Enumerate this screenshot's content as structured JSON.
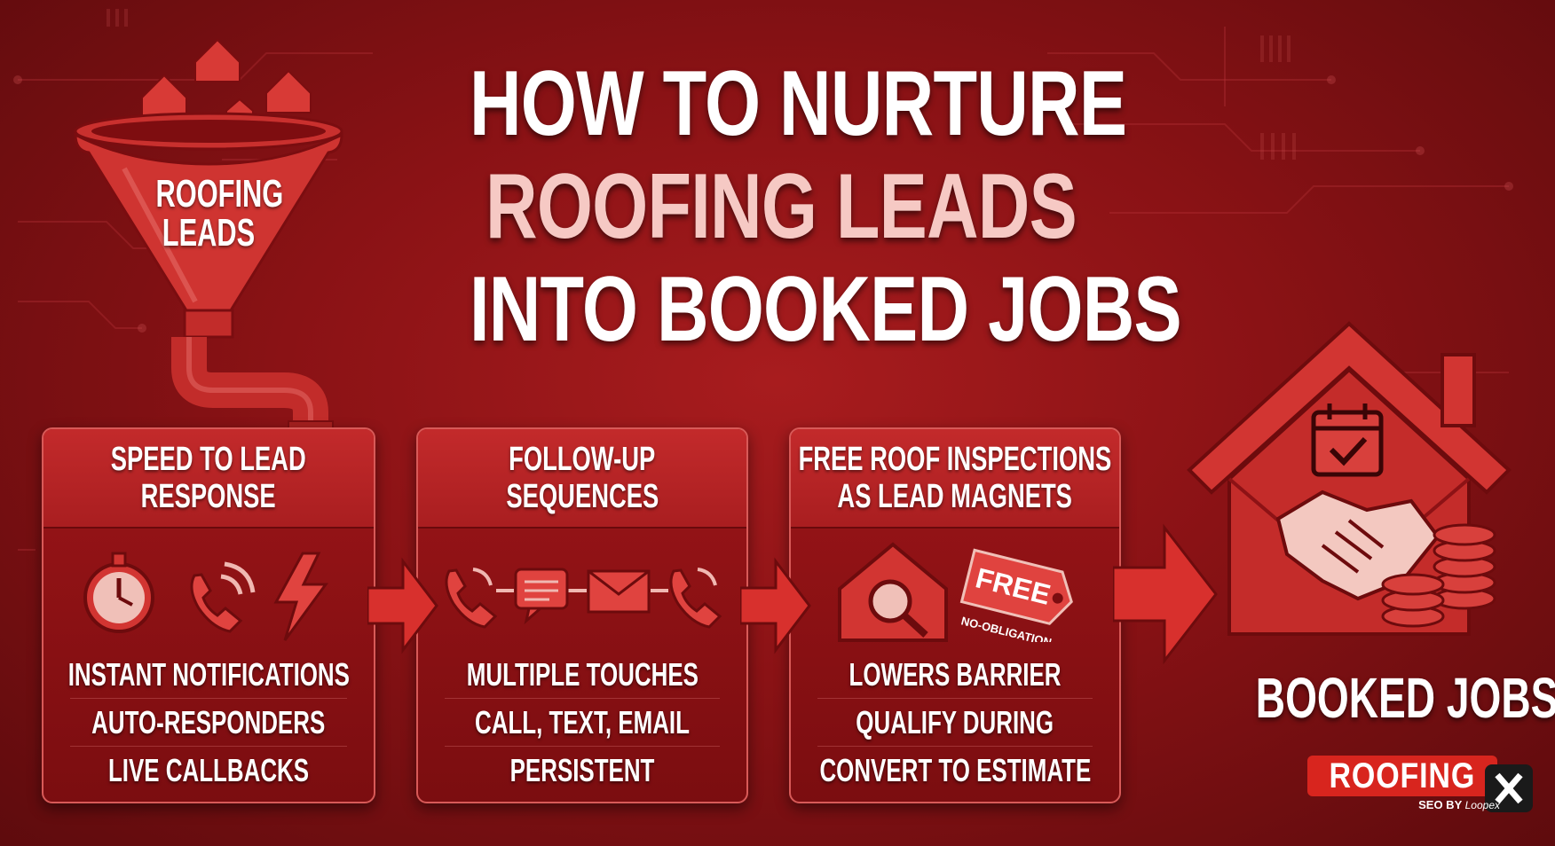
{
  "title": {
    "line1": "HOW TO NURTURE",
    "line2": "ROOFING LEADS",
    "line3": "INTO BOOKED JOBS"
  },
  "funnel": {
    "label_line1": "ROOFING",
    "label_line2": "LEADS"
  },
  "steps": [
    {
      "heading_line1": "SPEED TO LEAD",
      "heading_line2": "RESPONSE",
      "icons": [
        "stopwatch-icon",
        "phone-call-icon",
        "lightning-icon"
      ],
      "items": [
        "INSTANT NOTIFICATIONS",
        "AUTO-RESPONDERS",
        "LIVE CALLBACKS"
      ]
    },
    {
      "heading_line1": "FOLLOW-UP",
      "heading_line2": "SEQUENCES",
      "icons": [
        "phone-call-icon",
        "chat-bubble-icon",
        "envelope-icon",
        "phone-call-icon"
      ],
      "items": [
        "MULTIPLE TOUCHES",
        "CALL, TEXT, EMAIL",
        "PERSISTENT"
      ]
    },
    {
      "heading_line1": "FREE ROOF INSPECTIONS",
      "heading_line2": "AS LEAD MAGNETS",
      "icons": [
        "house-magnifier-icon",
        "free-tag-icon"
      ],
      "tag_main": "FREE",
      "tag_sub": "NO-OBLIGATION",
      "items": [
        "LOWERS BARRIER",
        "QUALIFY DURING",
        "CONVERT TO ESTIMATE"
      ]
    }
  ],
  "result": {
    "label": "BOOKED JOBS",
    "icons": [
      "house-icon",
      "calendar-check-icon",
      "handshake-icon",
      "coin-stack-icon"
    ]
  },
  "brand": {
    "name": "ROOFING",
    "byline": "SEO BY",
    "company": "Loopex",
    "accent": "#d8251e"
  },
  "colors": {
    "background": "#8a1215",
    "panel": "#9b1518",
    "panel_header": "#c32a2b",
    "accent_light": "#f6c9c4",
    "text": "#ffffff"
  }
}
